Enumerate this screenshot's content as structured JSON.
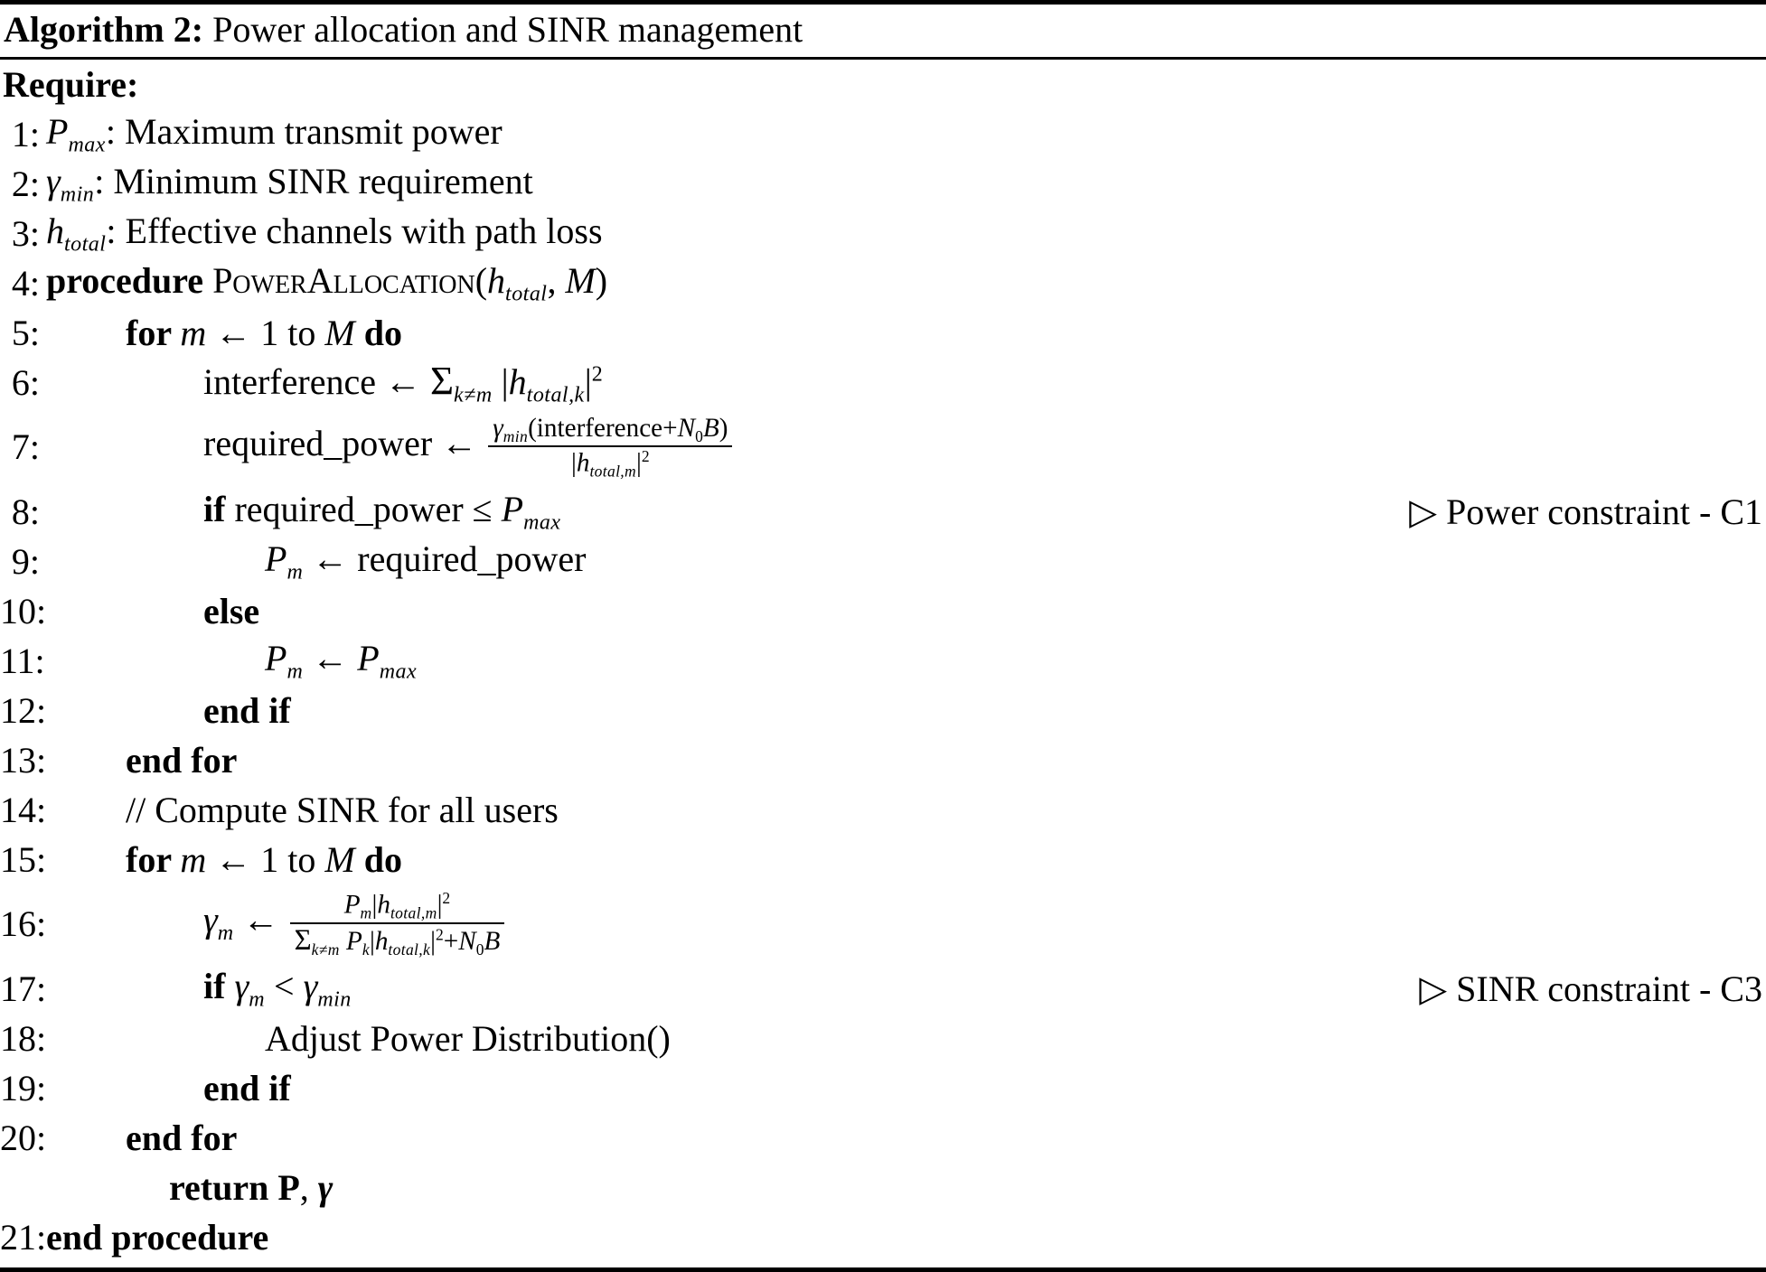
{
  "header": {
    "algorithm_label": "Algorithm 2:",
    "algorithm_title": " Power allocation and SINR management"
  },
  "require_label": "Require:",
  "lines": [
    {
      "no": "1:",
      "parts": [
        {
          "t": "it",
          "s": "P"
        },
        {
          "t": "sub",
          "s": "max"
        },
        {
          "t": "rm",
          "s": ": Maximum transmit power"
        }
      ]
    },
    {
      "no": "2:",
      "parts": [
        {
          "t": "it",
          "s": "γ"
        },
        {
          "t": "sub",
          "s": "min"
        },
        {
          "t": "rm",
          "s": ": Minimum SINR requirement"
        }
      ]
    },
    {
      "no": "3:",
      "parts": [
        {
          "t": "it",
          "s": "h"
        },
        {
          "t": "sub",
          "s": "total"
        },
        {
          "t": "rm",
          "s": ": Effective channels with path loss"
        }
      ]
    },
    {
      "no": "4:",
      "parts": [
        {
          "t": "kw",
          "s": "procedure "
        },
        {
          "t": "sc",
          "s": "PowerAllocation"
        },
        {
          "t": "rm",
          "s": "("
        },
        {
          "t": "it",
          "s": "h"
        },
        {
          "t": "sub",
          "s": "total"
        },
        {
          "t": "rm",
          "s": ", "
        },
        {
          "t": "it",
          "s": "M"
        },
        {
          "t": "rm",
          "s": ")"
        }
      ]
    },
    {
      "no": "5:",
      "parts": [
        {
          "t": "kw",
          "s": "for "
        },
        {
          "t": "it",
          "s": "m"
        },
        {
          "t": "rm",
          "s": " ← 1 to "
        },
        {
          "t": "it",
          "s": "M"
        },
        {
          "t": "kw",
          "s": " do"
        }
      ]
    },
    {
      "no": "6:",
      "parts": [
        {
          "t": "rm",
          "s": "interference ← "
        },
        {
          "t": "sg",
          "s": "Σ"
        },
        {
          "t": "sub",
          "s": "k≠m"
        },
        {
          "t": "rm",
          "s": " |"
        },
        {
          "t": "it",
          "s": "h"
        },
        {
          "t": "sub",
          "s": "total,k"
        },
        {
          "t": "rm",
          "s": "|"
        },
        {
          "t": "sup",
          "s": "2"
        }
      ]
    },
    {
      "no": "7:",
      "parts": [
        {
          "t": "rm",
          "s": "required_power ← "
        },
        {
          "t": "frac",
          "num": [
            {
              "t": "it",
              "s": "γ"
            },
            {
              "t": "sub",
              "s": "min"
            },
            {
              "t": "rm",
              "s": "(interference+"
            },
            {
              "t": "it",
              "s": "N"
            },
            {
              "t": "subrm",
              "s": "0"
            },
            {
              "t": "it",
              "s": "B"
            },
            {
              "t": "rm",
              "s": ")"
            }
          ],
          "den": [
            {
              "t": "rm",
              "s": "|"
            },
            {
              "t": "it",
              "s": "h"
            },
            {
              "t": "sub",
              "s": "total,m"
            },
            {
              "t": "rm",
              "s": "|"
            },
            {
              "t": "sup",
              "s": "2"
            }
          ]
        }
      ]
    },
    {
      "no": "8:",
      "parts": [
        {
          "t": "kw",
          "s": "if "
        },
        {
          "t": "rm",
          "s": "required_power ≤ "
        },
        {
          "t": "it",
          "s": "P"
        },
        {
          "t": "sub",
          "s": "max"
        }
      ],
      "comment": "▷ Power constraint - C1"
    },
    {
      "no": "9:",
      "parts": [
        {
          "t": "it",
          "s": "P"
        },
        {
          "t": "sub",
          "s": "m"
        },
        {
          "t": "rm",
          "s": " ← required_power"
        }
      ]
    },
    {
      "no": "10:",
      "parts": [
        {
          "t": "kw",
          "s": "else"
        }
      ]
    },
    {
      "no": "11:",
      "parts": [
        {
          "t": "it",
          "s": "P"
        },
        {
          "t": "sub",
          "s": "m"
        },
        {
          "t": "rm",
          "s": " ← "
        },
        {
          "t": "it",
          "s": "P"
        },
        {
          "t": "sub",
          "s": "max"
        }
      ]
    },
    {
      "no": "12:",
      "parts": [
        {
          "t": "kw",
          "s": "end if"
        }
      ]
    },
    {
      "no": "13:",
      "parts": [
        {
          "t": "kw",
          "s": "end for"
        }
      ]
    },
    {
      "no": "14:",
      "parts": [
        {
          "t": "rm",
          "s": "// Compute SINR for all users"
        }
      ]
    },
    {
      "no": "15:",
      "parts": [
        {
          "t": "kw",
          "s": "for "
        },
        {
          "t": "it",
          "s": "m"
        },
        {
          "t": "rm",
          "s": " ← 1 to "
        },
        {
          "t": "it",
          "s": "M"
        },
        {
          "t": "kw",
          "s": " do"
        }
      ]
    },
    {
      "no": "16:",
      "parts": [
        {
          "t": "it",
          "s": "γ"
        },
        {
          "t": "sub",
          "s": "m"
        },
        {
          "t": "rm",
          "s": " ← "
        },
        {
          "t": "frac",
          "num": [
            {
              "t": "it",
              "s": "P"
            },
            {
              "t": "sub",
              "s": "m"
            },
            {
              "t": "rm",
              "s": "|"
            },
            {
              "t": "it",
              "s": "h"
            },
            {
              "t": "sub",
              "s": "total,m"
            },
            {
              "t": "rm",
              "s": "|"
            },
            {
              "t": "sup",
              "s": "2"
            }
          ],
          "den": [
            {
              "t": "sg",
              "s": "Σ"
            },
            {
              "t": "sub",
              "s": "k≠m"
            },
            {
              "t": "rm",
              "s": " "
            },
            {
              "t": "it",
              "s": "P"
            },
            {
              "t": "sub",
              "s": "k"
            },
            {
              "t": "rm",
              "s": "|"
            },
            {
              "t": "it",
              "s": "h"
            },
            {
              "t": "sub",
              "s": "total,k"
            },
            {
              "t": "rm",
              "s": "|"
            },
            {
              "t": "sup",
              "s": "2"
            },
            {
              "t": "rm",
              "s": "+"
            },
            {
              "t": "it",
              "s": "N"
            },
            {
              "t": "subrm",
              "s": "0"
            },
            {
              "t": "it",
              "s": "B"
            }
          ]
        }
      ]
    },
    {
      "no": "17:",
      "parts": [
        {
          "t": "kw",
          "s": "if "
        },
        {
          "t": "it",
          "s": "γ"
        },
        {
          "t": "sub",
          "s": "m"
        },
        {
          "t": "rm",
          "s": " < "
        },
        {
          "t": "it",
          "s": "γ"
        },
        {
          "t": "sub",
          "s": "min"
        }
      ],
      "comment": "▷ SINR constraint - C3"
    },
    {
      "no": "18:",
      "parts": [
        {
          "t": "rm",
          "s": "Adjust Power Distribution()"
        }
      ]
    },
    {
      "no": "19:",
      "parts": [
        {
          "t": "kw",
          "s": "end if"
        }
      ]
    },
    {
      "no": "20:",
      "parts": [
        {
          "t": "kw",
          "s": "end for"
        }
      ]
    },
    {
      "no": "",
      "parts": [
        {
          "t": "kw",
          "s": "return "
        },
        {
          "t": "b",
          "s": "P"
        },
        {
          "t": "rm",
          "s": ", "
        },
        {
          "t": "bi",
          "s": "γ"
        }
      ]
    },
    {
      "no": "21:",
      "parts": [
        {
          "t": "kw",
          "s": "end procedure"
        }
      ]
    }
  ]
}
